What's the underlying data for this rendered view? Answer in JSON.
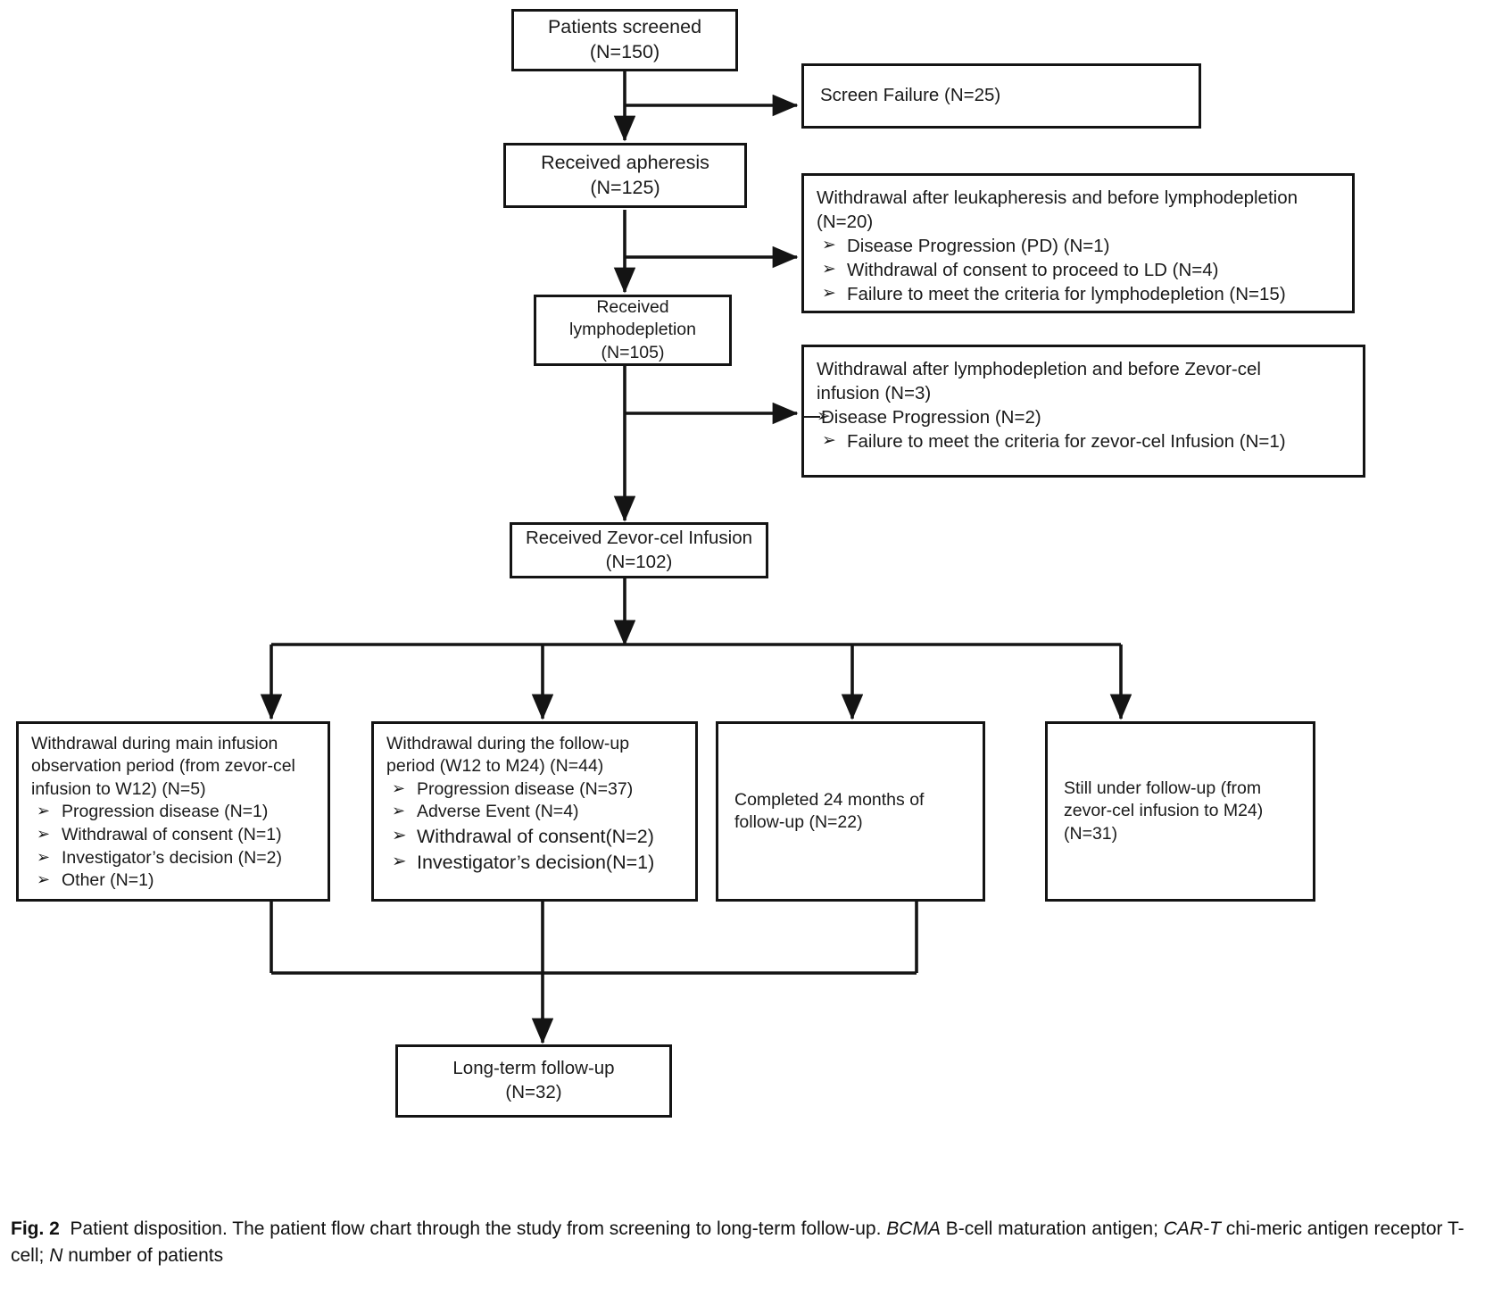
{
  "figure": {
    "label": "Fig. 2",
    "caption_part1": "Patient disposition. The patient flow chart through the study from screening to long-term follow-up. ",
    "abbr1": "BCMA",
    "caption_part2": " B-cell maturation antigen; ",
    "abbr2": "CAR-T",
    "caption_part3": " chi-meric antigen receptor T-cell; ",
    "abbr3": "N",
    "caption_part4": " number of patients"
  },
  "chart_data": {
    "type": "diagram",
    "title": "Patient disposition flow chart",
    "nodes": [
      {
        "id": "screened",
        "lines": [
          "Patients screened",
          "(N=150)"
        ],
        "n": 150
      },
      {
        "id": "screen_failure",
        "lines": [
          "Screen Failure (N=25)"
        ],
        "n": 25
      },
      {
        "id": "apheresis",
        "lines": [
          "Received apheresis",
          "(N=125)"
        ],
        "n": 125
      },
      {
        "id": "withdraw_leuka",
        "lines": [
          "Withdrawal after  leukapheresis and before lymphodepletion",
          "(N=20)"
        ],
        "n": 20,
        "bullets": [
          "Disease Progression (PD) (N=1)",
          "Withdrawal of consent to proceed to LD (N=4)",
          "Failure to meet the criteria for lymphodepletion (N=15)"
        ]
      },
      {
        "id": "lymphodepletion",
        "lines": [
          "Received",
          "lymphodepletion",
          "(N=105)"
        ],
        "n": 105
      },
      {
        "id": "withdraw_ld",
        "lines": [
          "Withdrawal after lymphodepletion and before Zevor-cel",
          "infusion (N=3)"
        ],
        "n": 3,
        "bullets": [
          "Disease Progression (N=2)",
          "Failure to meet the criteria for zevor-cel Infusion (N=1)"
        ]
      },
      {
        "id": "infusion",
        "lines": [
          "Received Zevor-cel Infusion",
          "(N=102)"
        ],
        "n": 102
      },
      {
        "id": "withdraw_main",
        "lines": [
          "Withdrawal during main infusion",
          "observation period (from zevor-cel",
          "infusion to W12) (N=5)"
        ],
        "n": 5,
        "bullets": [
          "Progression disease (N=1)",
          "Withdrawal of consent (N=1)",
          "Investigator's decision (N=2)",
          "Other (N=1)"
        ]
      },
      {
        "id": "withdraw_fu",
        "lines": [
          "Withdrawal during the  follow-up",
          "period (W12 to M24) (N=44)"
        ],
        "n": 44,
        "bullets": [
          "Progression disease (N=37)",
          "Adverse Event (N=4)",
          "Withdrawal of consent(N=2)",
          "Investigator's decision(N=1)"
        ]
      },
      {
        "id": "completed",
        "lines": [
          "Completed 24 months of",
          "follow-up (N=22)"
        ],
        "n": 22
      },
      {
        "id": "still_fu",
        "lines": [
          "Still under follow-up (from",
          "zevor-cel infusion to M24)",
          "(N=31)"
        ],
        "n": 31
      },
      {
        "id": "ltfu",
        "lines": [
          "Long-term follow-up",
          "(N=32)"
        ],
        "n": 32
      }
    ],
    "edges": [
      {
        "from": "screened",
        "to": "apheresis"
      },
      {
        "from": "screened",
        "to": "screen_failure"
      },
      {
        "from": "apheresis",
        "to": "lymphodepletion"
      },
      {
        "from": "apheresis",
        "to": "withdraw_leuka"
      },
      {
        "from": "lymphodepletion",
        "to": "infusion"
      },
      {
        "from": "lymphodepletion",
        "to": "withdraw_ld"
      },
      {
        "from": "infusion",
        "to": "withdraw_main"
      },
      {
        "from": "infusion",
        "to": "withdraw_fu"
      },
      {
        "from": "infusion",
        "to": "completed"
      },
      {
        "from": "infusion",
        "to": "still_fu"
      },
      {
        "from": "withdraw_main",
        "to": "ltfu"
      },
      {
        "from": "withdraw_fu",
        "to": "ltfu"
      },
      {
        "from": "still_fu",
        "to": "ltfu"
      }
    ],
    "bullet_glyph": "➢",
    "line_color": "#141414",
    "box_fill": "#ffffff"
  },
  "boxes": {
    "screened": {
      "l1": "Patients screened",
      "l2": "(N=150)"
    },
    "screen_failure": {
      "l1": "Screen Failure (N=25)"
    },
    "apheresis": {
      "l1": "Received apheresis",
      "l2": "(N=125)"
    },
    "withdraw_leuka": {
      "l1": "Withdrawal after  leukapheresis and before lymphodepletion",
      "l2": "(N=20)",
      "b1": "Disease Progression (PD) (N=1)",
      "b2": "Withdrawal of consent to proceed to LD (N=4)",
      "b3": "Failure to meet the criteria for lymphodepletion (N=15)"
    },
    "lymphodepletion": {
      "l1": "Received",
      "l2": "lymphodepletion",
      "l3": "(N=105)"
    },
    "withdraw_ld": {
      "l1": "Withdrawal after lymphodepletion and before Zevor-cel",
      "l2": "infusion (N=3)",
      "b1": "Disease Progression (N=2)",
      "b2": "Failure to meet the criteria for zevor-cel Infusion (N=1)"
    },
    "infusion": {
      "l1": "Received Zevor-cel Infusion",
      "l2": "(N=102)"
    },
    "withdraw_main": {
      "l1": "Withdrawal during main infusion",
      "l2": "observation period (from zevor-cel",
      "l3": "infusion to W12) (N=5)",
      "b1": "Progression disease (N=1)",
      "b2": "Withdrawal of consent (N=1)",
      "b3": "Investigator’s decision (N=2)",
      "b4": "Other (N=1)"
    },
    "withdraw_fu": {
      "l1": "Withdrawal during the  follow-up",
      "l2": "period (W12 to M24) (N=44)",
      "b1": "Progression disease (N=37)",
      "b2": "Adverse Event (N=4)",
      "b3": "Withdrawal of consent(N=2)",
      "b4": "Investigator’s decision(N=1)"
    },
    "completed": {
      "l1": "Completed 24 months of",
      "l2": "follow-up (N=22)"
    },
    "still_fu": {
      "l1": "Still under follow-up (from",
      "l2": "zevor-cel infusion to M24)",
      "l3": "(N=31)"
    },
    "ltfu": {
      "l1": "Long-term follow-up",
      "l2": "(N=32)"
    }
  },
  "bullet_glyph": "➢"
}
